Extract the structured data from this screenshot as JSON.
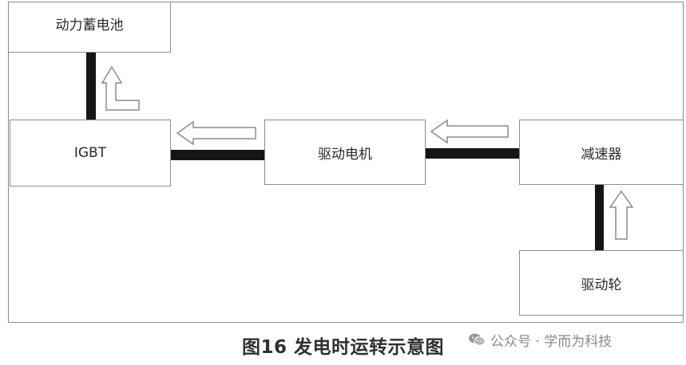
{
  "diagram": {
    "nodes": {
      "battery": "动力蓄电池",
      "igbt": "IGBT",
      "motor": "驱动电机",
      "reducer": "减速器",
      "wheel": "驱动轮"
    },
    "caption": "图16 发电时运转示意图"
  },
  "watermark": {
    "icon": "wechat-icon",
    "text": "公众号 · 学而为科技"
  },
  "colors": {
    "link": "#151515",
    "border": "#8c8c8c",
    "arrow_outline": "#8c8c8c"
  }
}
